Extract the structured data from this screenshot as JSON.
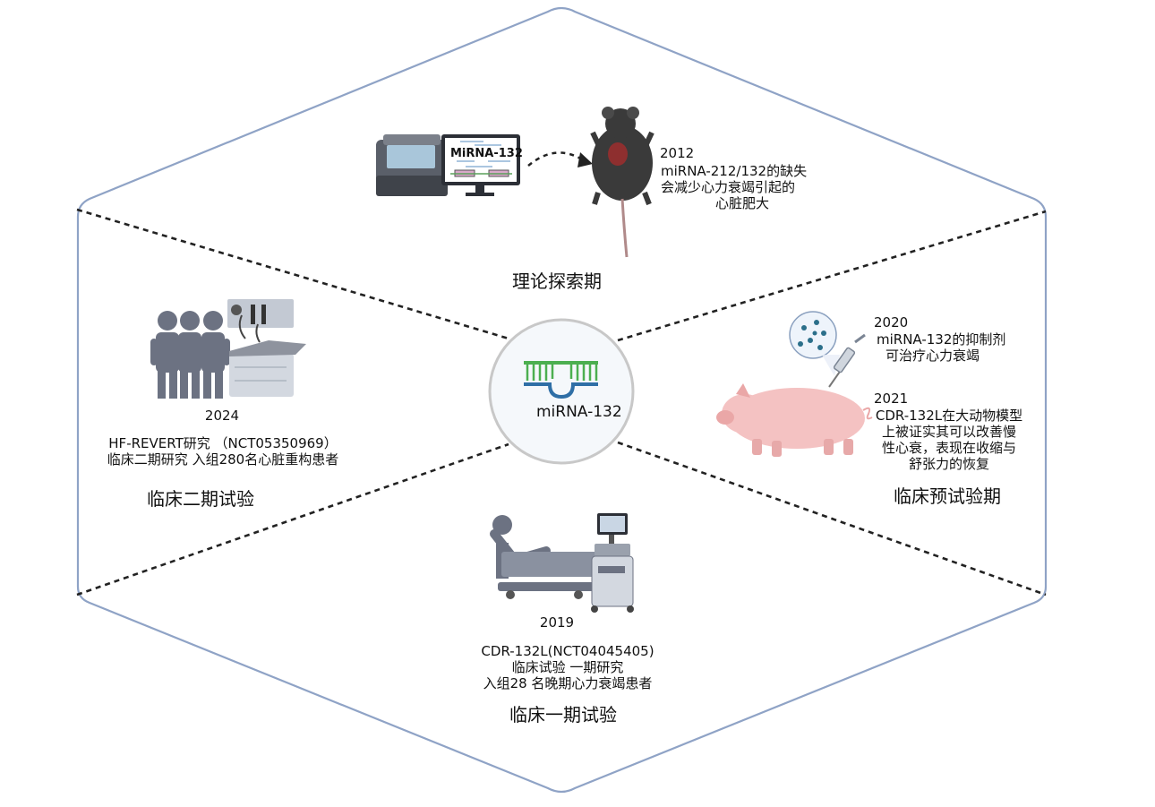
{
  "center": {
    "label": "miRNA-132"
  },
  "theory": {
    "title": "理论探索期",
    "screen_label": "MiRNA-132",
    "year": "2012",
    "lines": [
      "miRNA-212/132的缺失",
      "会减少心力衰竭引起的",
      "心脏肥大"
    ]
  },
  "preclinical": {
    "title": "临床预试验期",
    "event1_year": "2020",
    "event1_lines": [
      "miRNA-132的抑制剂",
      "可治疗心力衰竭"
    ],
    "event2_year": "2021",
    "event2_lines": [
      "CDR-132L在大动物模型",
      "上被证实其可以改善慢",
      "性心衰，表现在收缩与",
      "舒张力的恢复"
    ]
  },
  "phase1": {
    "title": "临床一期试验",
    "year": "2019",
    "lines": [
      "CDR-132L(NCT04045405)",
      "临床试验 一期研究",
      "入组28 名晚期心力衰竭患者"
    ]
  },
  "phase2": {
    "title": "临床二期试验",
    "year": "2024",
    "lines": [
      "HF-REVERT研究 （NCT05350969）",
      "临床二期研究 入组280名心脏重构患者"
    ]
  },
  "colors": {
    "hexagon_stroke": "#8fa3c6",
    "circle_stroke": "#c8c8c8",
    "rna_green": "#4caf50",
    "rna_blue": "#2f6fa6",
    "icon_gray": "#6c7282",
    "pig_pink": "#f4c2c2",
    "mouse_dark": "#3a3a3a"
  },
  "icons": [
    "sequencer-icon",
    "monitor-icon",
    "mouse-icon",
    "people-icon",
    "exam-room-icon",
    "pig-icon",
    "syringe-icon",
    "hospital-bed-icon",
    "ultrasound-icon",
    "rna-hairpin-icon"
  ]
}
